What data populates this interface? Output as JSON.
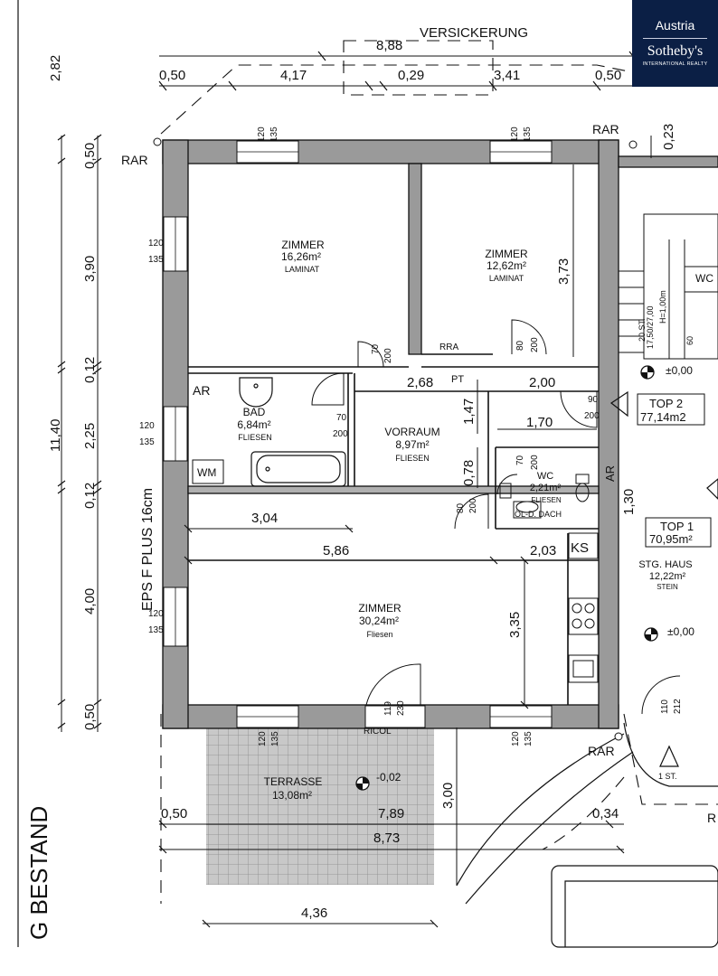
{
  "brand": {
    "line1": "Austria",
    "line2": "Sotheby's",
    "line3": "INTERNATIONAL REALTY"
  },
  "plan_title": "G BESTAND",
  "versickerung": "VERSICKERUNG",
  "wall_note": "EPS F PLUS 16cm",
  "rooms": {
    "zimmer1": {
      "name": "ZIMMER",
      "area": "16,26m²",
      "floor": "LAMINAT"
    },
    "zimmer2": {
      "name": "ZIMMER",
      "area": "12,62m²",
      "floor": "LAMINAT"
    },
    "bad": {
      "name": "BAD",
      "area": "6,84m²",
      "floor": "FLIESEN"
    },
    "vorraum": {
      "name": "VORRAUM",
      "area": "8,97m²",
      "floor": "FLIESEN"
    },
    "wc": {
      "name": "WC",
      "area": "2,21m²",
      "floor": "FLIESEN"
    },
    "zimmer3": {
      "name": "ZIMMER",
      "area": "30,24m²",
      "floor": "Fliesen"
    },
    "terrasse": {
      "name": "TERRASSE",
      "area": "13,08m²"
    },
    "stg_haus": {
      "name": "STG. HAUS",
      "area": "12,22m²",
      "floor": "STEIN"
    }
  },
  "tops": {
    "top2": {
      "label": "TOP 2",
      "area": "77,14m2"
    },
    "top1": {
      "label": "TOP 1",
      "area": "70,95m²"
    }
  },
  "labels": {
    "rar": "RAR",
    "rra": "RRA",
    "pt": "PT",
    "ar": "AR",
    "ks": "KS",
    "wm": "WM",
    "wc_stair": "WC",
    "ricol": "RICOL",
    "dach": "ÖL-D. DACH",
    "first_st": "1 ST.",
    "stair_note": "17,50/27,00",
    "stair_count": "20 ST.",
    "stair_h": "H=1,00m",
    "level_0": "±0,00",
    "level_terr": "-0,02",
    "letter_r": "R"
  },
  "dimensions": {
    "top": [
      "8,88",
      "0,50",
      "4,17",
      "0,29",
      "3,41",
      "0,50"
    ],
    "left": [
      "2,82",
      "0,50",
      "3,90",
      "0,12",
      "2,25",
      "0,12",
      "4,00",
      "0,50",
      "11,40"
    ],
    "interior": [
      "3,73",
      "2,68",
      "2,00",
      "1,47",
      "1,70",
      "0,78",
      "1,30",
      "3,04",
      "5,86",
      "2,03",
      "3,35",
      "0,23"
    ],
    "bottom": [
      "0,50",
      "7,89",
      "0,34",
      "8,73",
      "4,36",
      "3,00"
    ]
  },
  "openings": {
    "w120": "120",
    "w135": "135",
    "d70": "70",
    "d80": "80",
    "d90": "90",
    "d200": "200",
    "d60": "60",
    "d119": "119",
    "d230": "230",
    "d110": "110",
    "d212": "212"
  }
}
